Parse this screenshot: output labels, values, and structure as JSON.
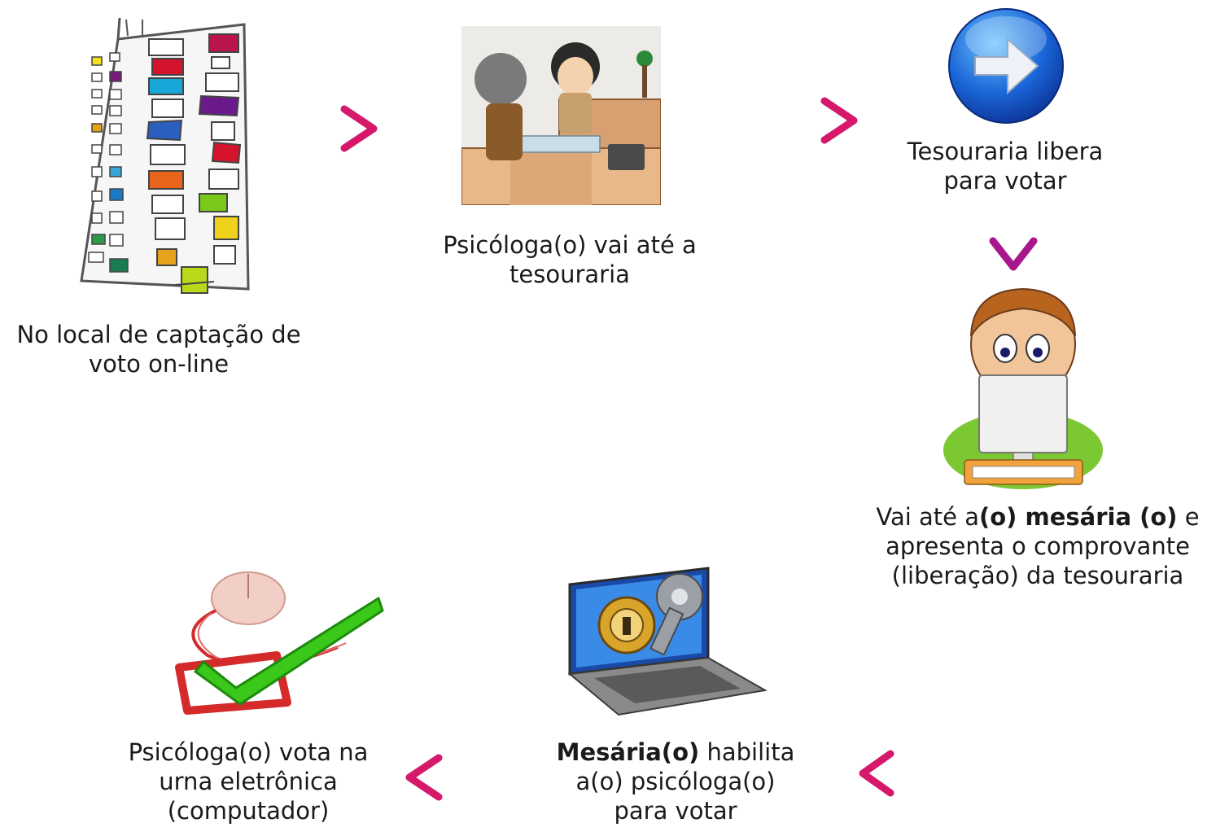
{
  "steps": {
    "building": {
      "line1": "No local de captação de",
      "line2": "voto on-line"
    },
    "treasury": {
      "line1": "Psicóloga(o) vai até a",
      "line2": "tesouraria"
    },
    "release": {
      "line1": "Tesouraria libera",
      "line2": "para votar"
    },
    "clerk": {
      "line1_a": "Vai até a",
      "line1_bold": "(o) mesária (o)",
      "line1_b": " e",
      "line2": "apresenta o comprovante",
      "line3": "(liberação) da tesouraria"
    },
    "enable": {
      "line1_bold": "Mesária(o)",
      "line1_b": " habilita",
      "line2": "a(o) psicóloga(o)",
      "line3": "para votar"
    },
    "vote": {
      "line1": "Psicóloga(o) vota na",
      "line2": "urna eletrônica",
      "line3": "(computador)"
    }
  },
  "icons": {
    "building": "office-building-illustration",
    "treasury": "treasury-counter-illustration",
    "release": "blue-forward-arrow-button",
    "clerk": "person-at-computer-illustration",
    "enable": "laptop-with-lock-and-key",
    "vote": "mouse-with-checkmark"
  },
  "colors": {
    "arrow_start": "#7a0f7a",
    "arrow_end": "#d6186b",
    "vertical_start": "#1f1a8a",
    "vertical_end": "#a8188c",
    "bend_bottom": "#e8392a"
  }
}
